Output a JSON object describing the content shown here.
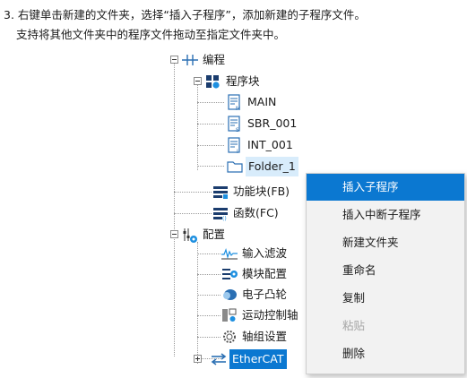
{
  "instructions": {
    "line1": "3. 右键单击新建的文件夹，选择“插入子程序”，添加新建的子程序文件。",
    "line2": "支持将其他文件夹中的程序文件拖动至指定文件夹中。"
  },
  "tree": {
    "root_label": "编程",
    "program_block": "程序块",
    "items": [
      "MAIN",
      "SBR_001",
      "INT_001",
      "Folder_1"
    ],
    "function_block": "功能块(FB)",
    "function": "函数(FC)",
    "config": "配置",
    "config_items": [
      "输入滤波",
      "模块配置",
      "电子凸轮",
      "运动控制轴",
      "轴组设置",
      "EtherCAT"
    ]
  },
  "context_menu": {
    "items": [
      {
        "label": "插入子程序",
        "state": "highlighted"
      },
      {
        "label": "插入中断子程序",
        "state": "normal"
      },
      {
        "label": "新建文件夹",
        "state": "normal"
      },
      {
        "label": "重命名",
        "state": "normal"
      },
      {
        "label": "复制",
        "state": "normal"
      },
      {
        "label": "粘贴",
        "state": "disabled"
      },
      {
        "label": "删除",
        "state": "normal"
      }
    ]
  },
  "colors": {
    "selection": "#0b78d1",
    "folder_highlight": "#d8ecfb",
    "menu_bg": "#f2f2f2"
  }
}
